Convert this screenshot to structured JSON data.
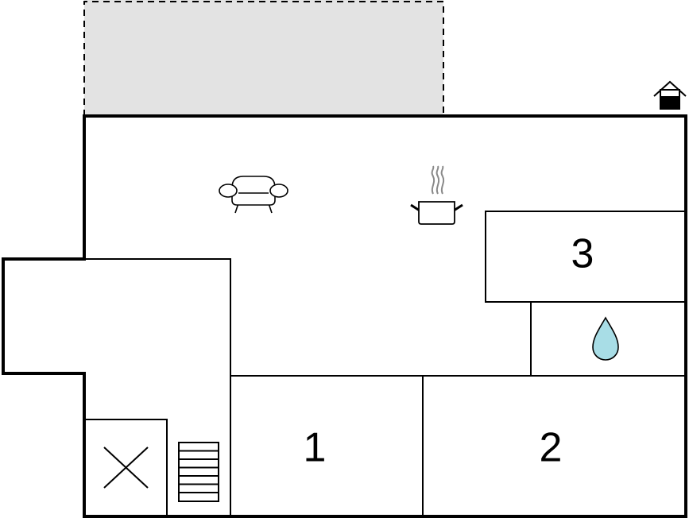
{
  "rooms": [
    {
      "label": "1"
    },
    {
      "label": "2"
    },
    {
      "label": "3"
    }
  ],
  "icons": {
    "sofa": "sofa-icon",
    "cooking_pot": "cooking-pot-icon",
    "water_drop": "water-drop-icon",
    "stairs": "stairs-icon",
    "void_cross": "cross-icon",
    "house": "house-icon"
  },
  "colors": {
    "terrace_fill": "#e3e3e3",
    "water_fill": "#a8dde6",
    "steam": "#8a8a8a"
  }
}
